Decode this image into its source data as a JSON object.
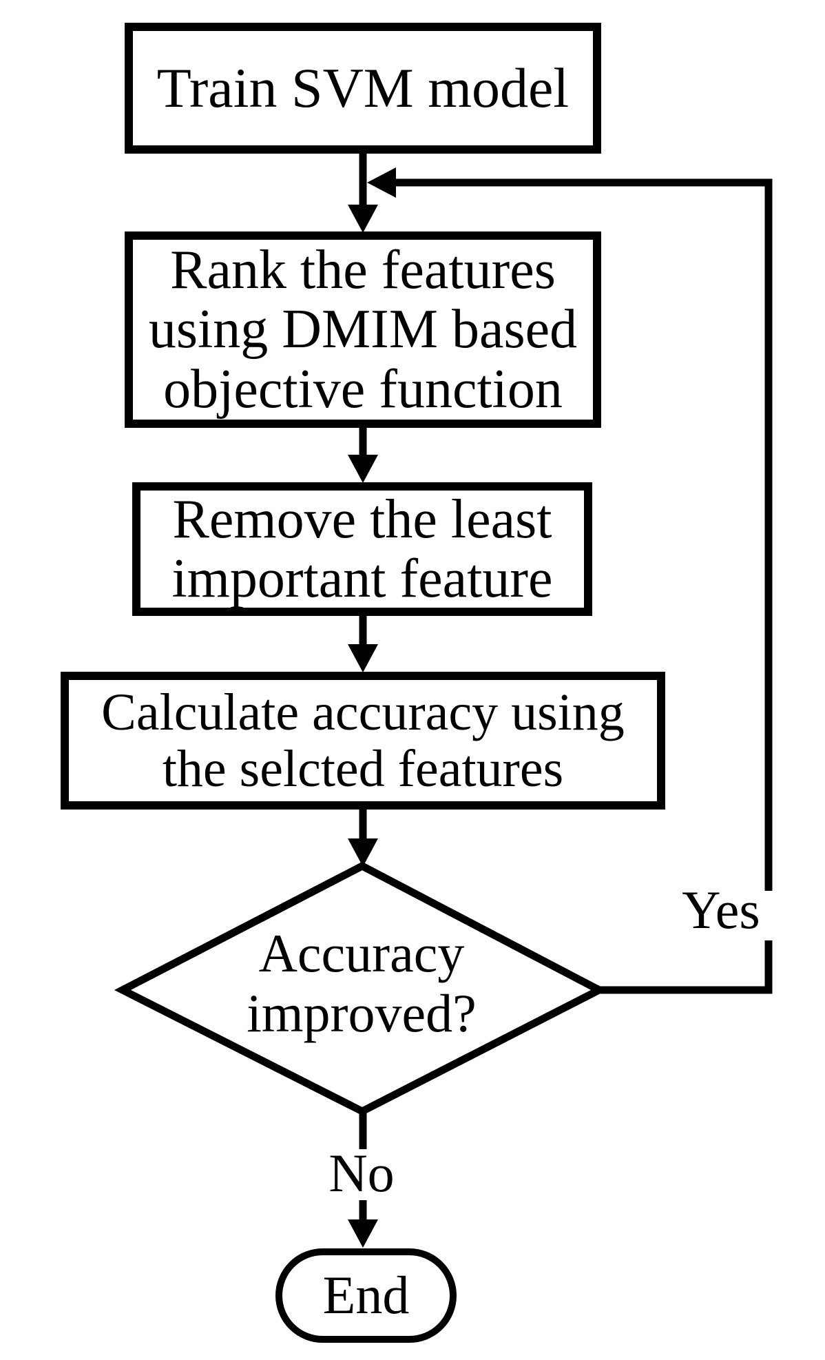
{
  "figure": {
    "type": "flowchart",
    "background": "#ffffff",
    "ink": "#000000"
  },
  "nodes": {
    "train": {
      "label": "Train SVM model"
    },
    "rank": {
      "line1": "Rank the features",
      "line2": "using DMIM based",
      "line3": "objective function"
    },
    "remove": {
      "line1": "Remove the least",
      "line2": "important feature"
    },
    "calculate": {
      "line1": "Calculate accuracy using",
      "line2": "the selcted features"
    },
    "decision": {
      "line1": "Accuracy",
      "line2": "improved?"
    },
    "end": {
      "label": "End"
    }
  },
  "edge_labels": {
    "yes": "Yes",
    "no": "No"
  }
}
